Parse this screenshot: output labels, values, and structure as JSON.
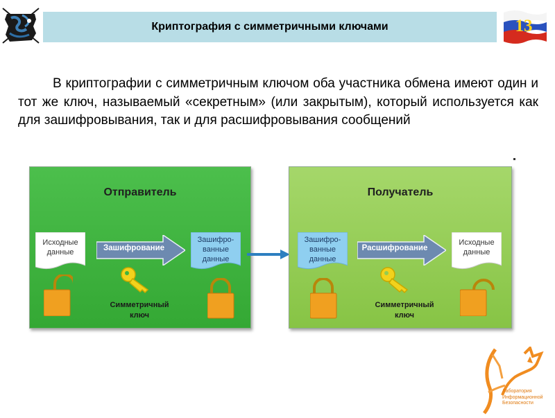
{
  "header": {
    "title": "Криптография с симметричными ключами",
    "slide_number": "13"
  },
  "body": {
    "paragraph": "В криптографии с симметричным ключом оба участника обмена имеют один и тот же ключ, называемый «секретным» (или закрытым), который используется как для зашифровывания, так и для расшифровывания сообщений"
  },
  "diagram": {
    "sender": {
      "title": "Отправитель",
      "source_doc": [
        "Исходные",
        "данные"
      ],
      "action": "Зашифрование",
      "result_doc": [
        "Зашифро-",
        "ванные",
        "данные"
      ],
      "key_label": [
        "Симметричный",
        "ключ"
      ]
    },
    "receiver": {
      "title": "Получатель",
      "source_doc": [
        "Зашифро-",
        "ванные",
        "данные"
      ],
      "action": "Расшифрование",
      "result_doc": [
        "Исходные",
        "данные"
      ],
      "key_label": [
        "Симметричный",
        "ключ"
      ]
    }
  },
  "footer": {
    "lab_text": [
      "Лаборатория",
      "Информационной",
      "Безопасности"
    ]
  },
  "colors": {
    "title_bar": "#b8dde6",
    "sender_panel": "#3fb43f",
    "receiver_panel": "#92cc52",
    "action_arrow": "#6d8ab0",
    "encrypted_doc": "#8fcff0",
    "lock": "#f0a020",
    "key": "#f2d21c",
    "connector_arrow": "#2d7fc0",
    "slide_number": "#ffd21a"
  },
  "icons": {
    "left_logo": "cipher-emblem-icon",
    "flag": "russian-flag-icon",
    "lab_logo": "fox-logo-icon"
  }
}
